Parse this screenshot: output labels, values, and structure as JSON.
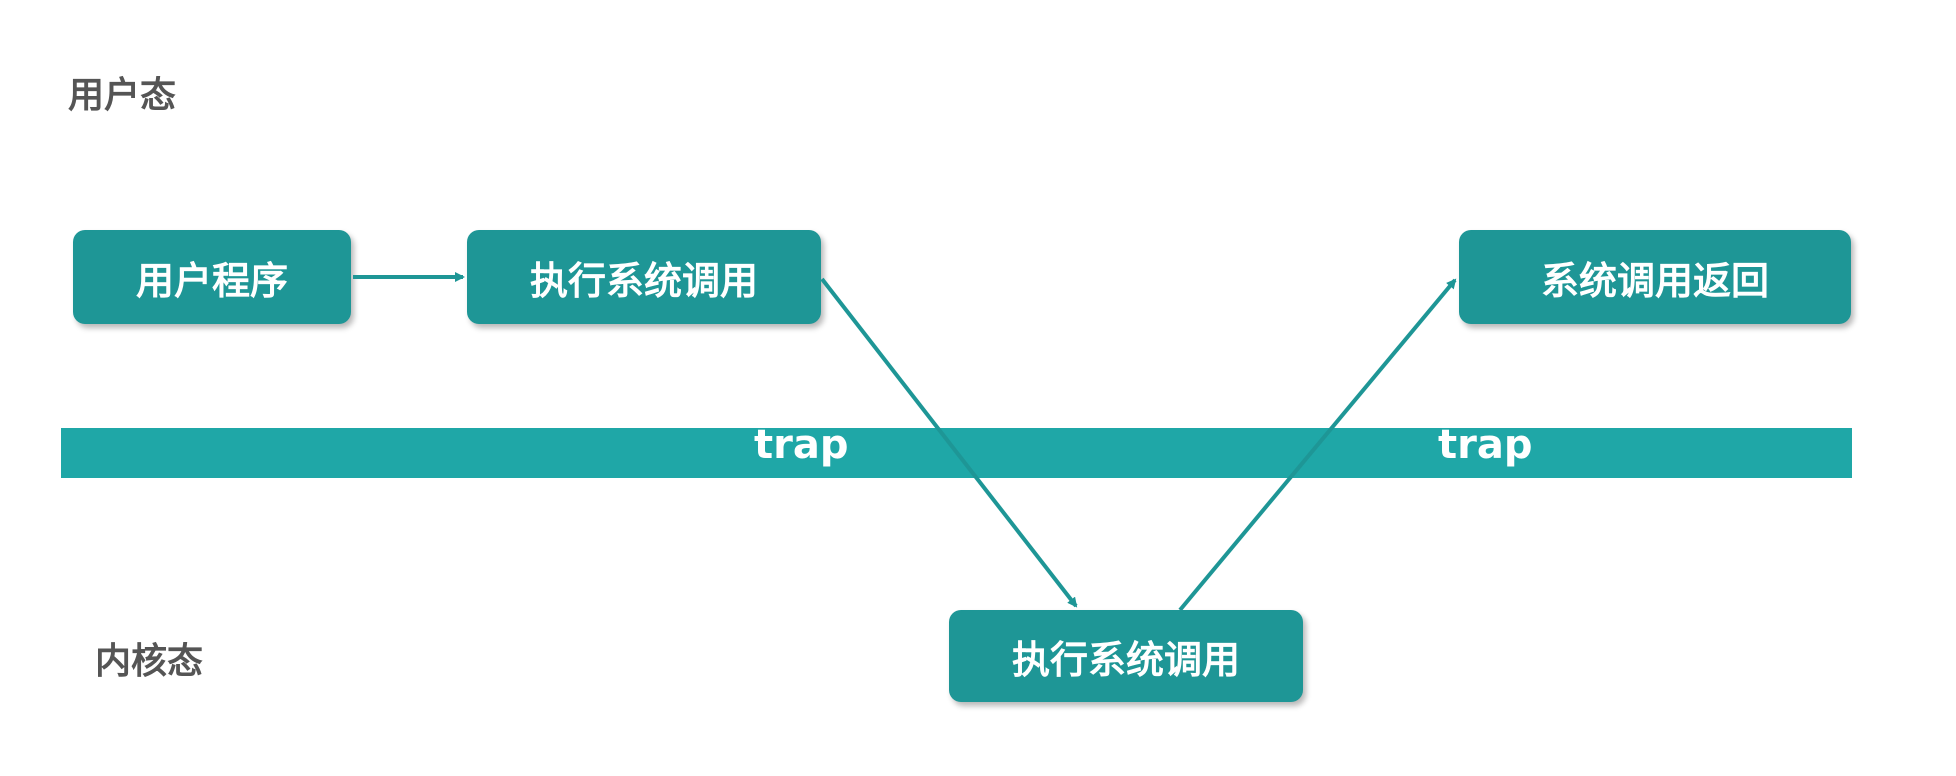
{
  "regions": {
    "user_mode": "用户态",
    "kernel_mode": "内核态"
  },
  "nodes": {
    "user_program": "用户程序",
    "exec_syscall_user": "执行系统调用",
    "exec_syscall_kernel": "执行系统调用",
    "syscall_return": "系统调用返回"
  },
  "trap_band": {
    "left_label": "trap",
    "right_label": "trap"
  },
  "colors": {
    "node": "#1e9696",
    "band": "#1fa7a7",
    "arrow": "#1e9696",
    "region_text": "#555555"
  }
}
